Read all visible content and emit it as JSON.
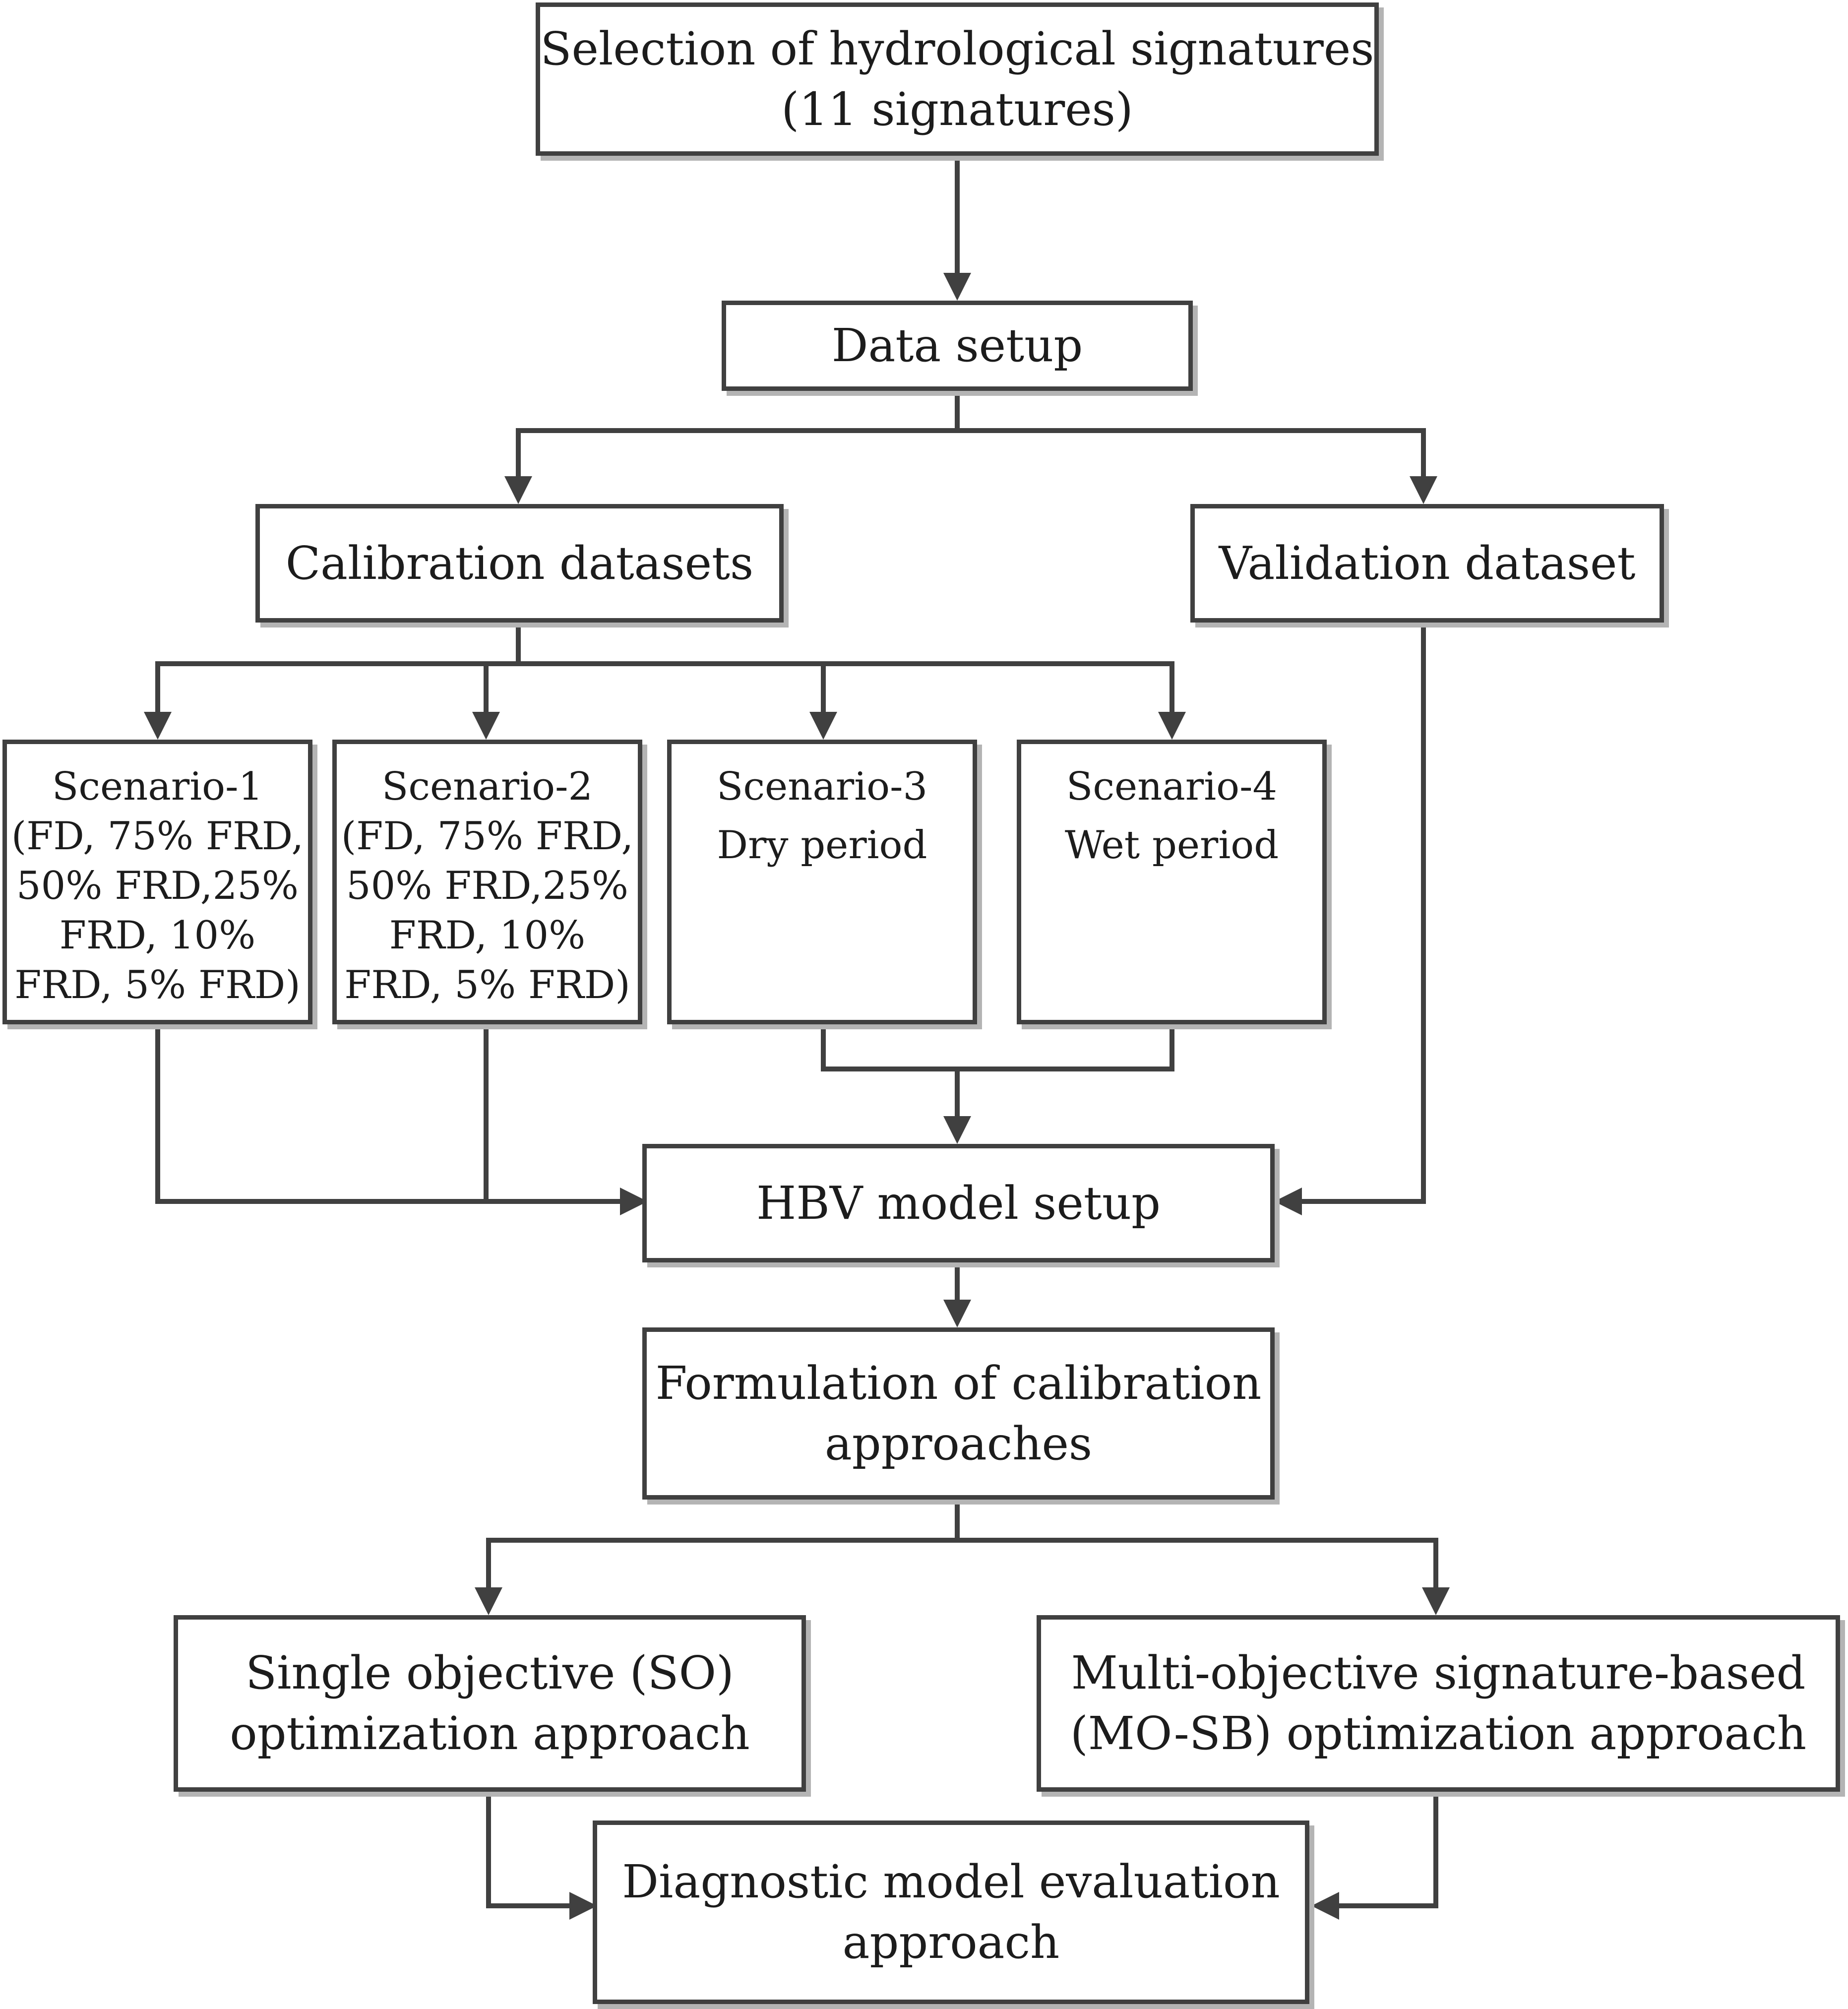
{
  "colors": {
    "stroke": "#404040",
    "shadow": "#b4b4b4",
    "text": "#1c1c1c",
    "background": "#ffffff"
  },
  "nodes": {
    "selection": {
      "lines": [
        "Selection of hydrological signatures",
        "(11 signatures)"
      ]
    },
    "data_setup": {
      "lines": [
        "Data setup"
      ]
    },
    "calibration": {
      "lines": [
        "Calibration datasets"
      ]
    },
    "validation": {
      "lines": [
        "Validation dataset"
      ]
    },
    "scenario1": {
      "lines": [
        "Scenario-1",
        "(FD, 75% FRD,",
        "50% FRD,25%",
        "FRD, 10%",
        "FRD, 5% FRD)"
      ]
    },
    "scenario2": {
      "lines": [
        "Scenario-2",
        "(FD, 75% FRD,",
        "50% FRD,25%",
        "FRD, 10%",
        "FRD, 5% FRD)"
      ]
    },
    "scenario3": {
      "lines": [
        "Scenario-3",
        "Dry period"
      ]
    },
    "scenario4": {
      "lines": [
        "Scenario-4",
        "Wet period"
      ]
    },
    "hbv": {
      "lines": [
        "HBV model setup"
      ]
    },
    "formulation": {
      "lines": [
        "Formulation of calibration",
        "approaches"
      ]
    },
    "single_objective": {
      "lines": [
        "Single objective (SO)",
        "optimization approach"
      ]
    },
    "multi_objective": {
      "lines": [
        "Multi-objective signature-based",
        "(MO-SB) optimization approach"
      ]
    },
    "diagnostic": {
      "lines": [
        "Diagnostic model evaluation",
        "approach"
      ]
    }
  }
}
